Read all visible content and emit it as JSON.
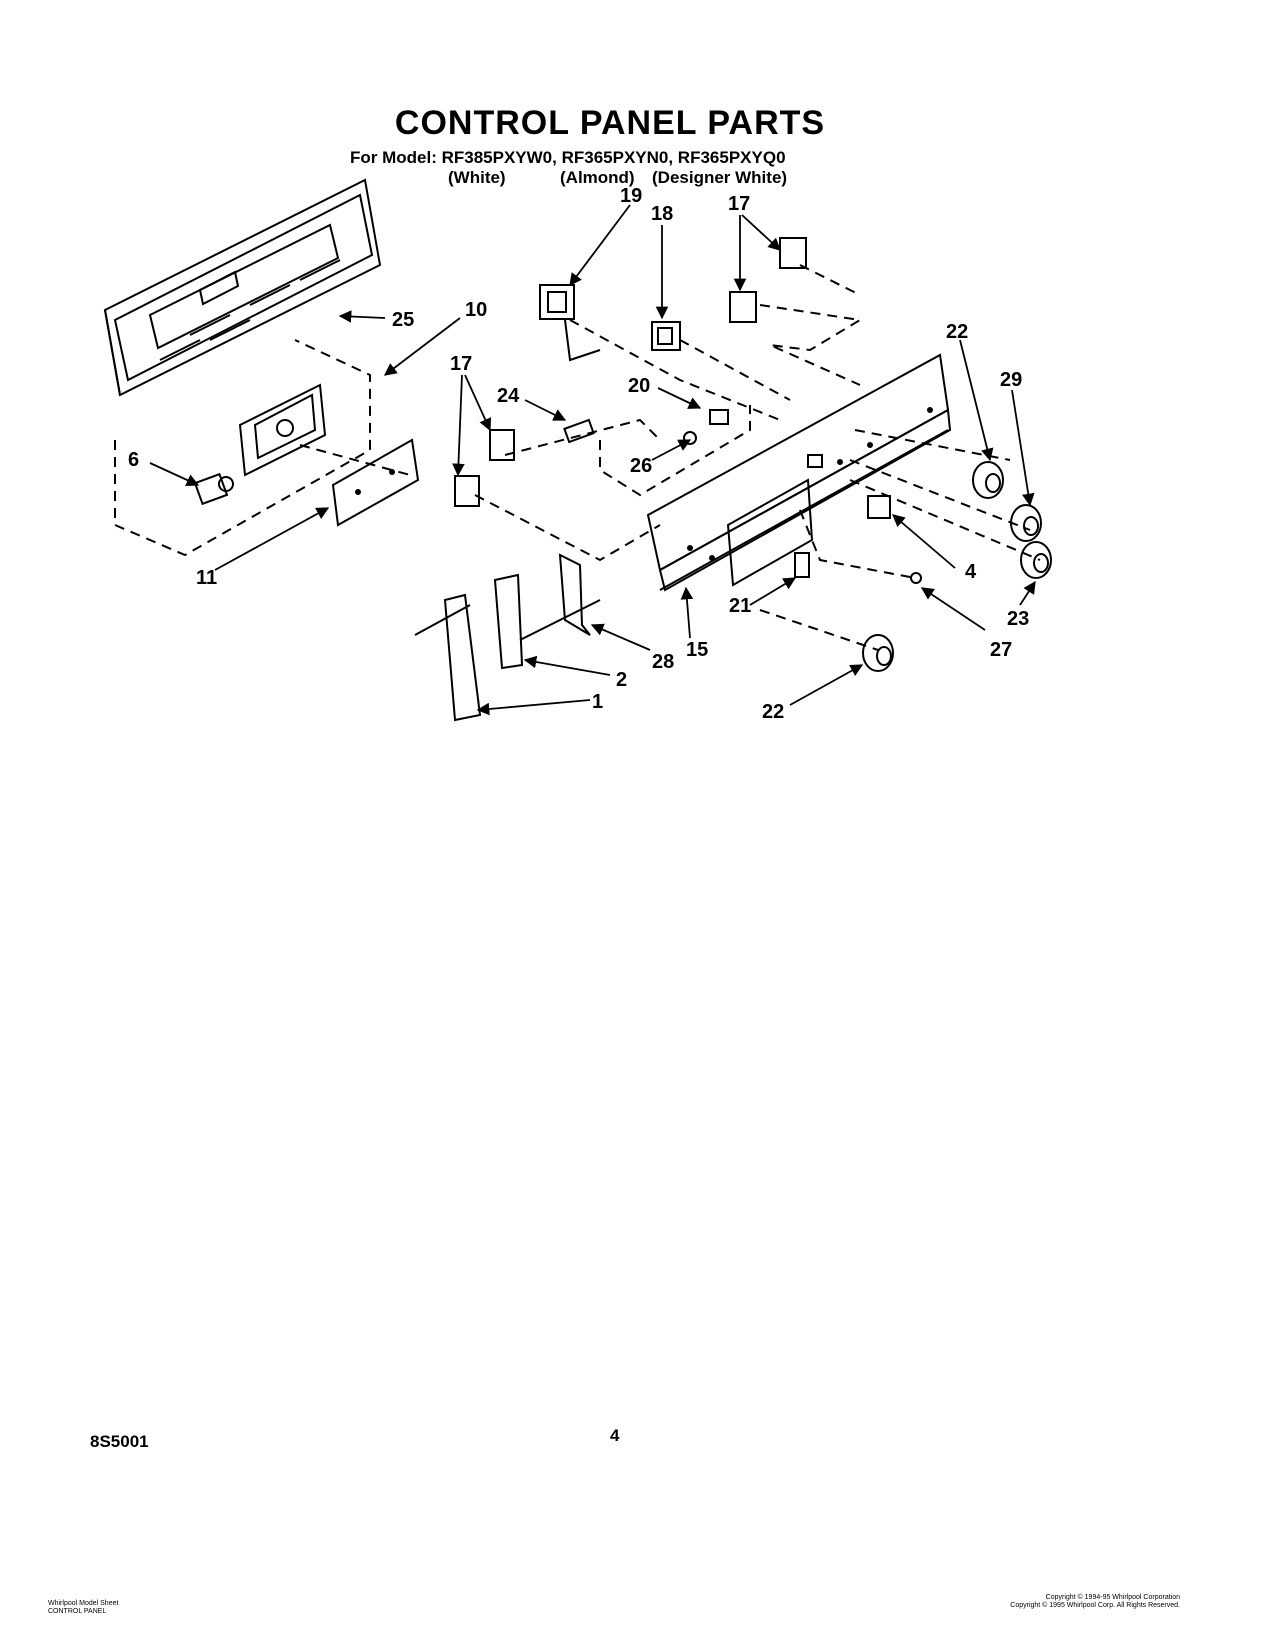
{
  "header": {
    "title": "CONTROL PANEL PARTS",
    "models_line": "For Model: RF385PXYW0, RF365PXYN0, RF365PXYQ0",
    "color_white": "(White)",
    "color_almond": "(Almond)",
    "color_designer": "(Designer White)"
  },
  "callouts": {
    "c1": "1",
    "c2": "2",
    "c4": "4",
    "c6": "6",
    "c10": "10",
    "c11": "11",
    "c15": "15",
    "c17a": "17",
    "c17b": "17",
    "c18": "18",
    "c19": "19",
    "c20": "20",
    "c21": "21",
    "c22a": "22",
    "c22b": "22",
    "c23": "23",
    "c24": "24",
    "c25": "25",
    "c26": "26",
    "c27": "27",
    "c28": "28",
    "c29": "29"
  },
  "footer": {
    "doc_number": "8S5001",
    "page_number": "4",
    "left_small_1": "Whirlpool Model Sheet",
    "left_small_2": "CONTROL PANEL",
    "right_small_1": "Copyright © 1994-95 Whirlpool Corporation",
    "right_small_2": "Copyright © 1995 Whirlpool Corp. All Rights Reserved."
  }
}
